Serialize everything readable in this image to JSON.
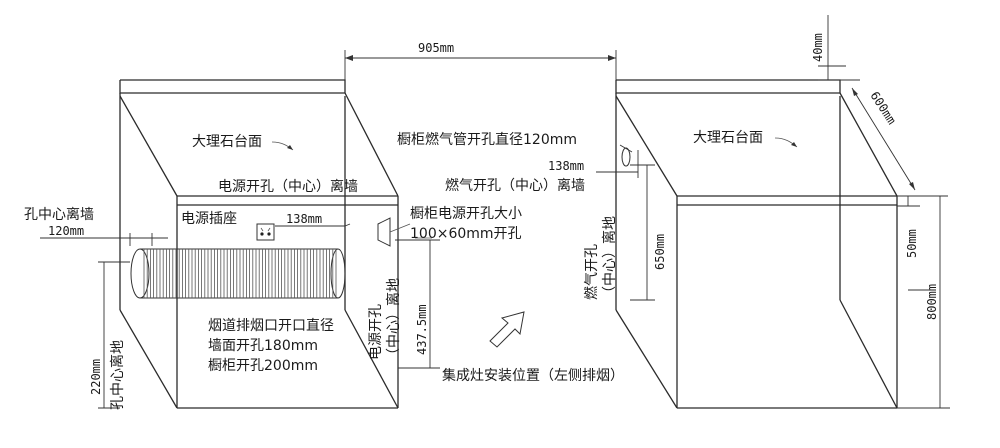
{
  "dimensions": {
    "width_between_cabinets": "905mm",
    "top_gap": "40mm",
    "depth": "600mm",
    "worktop_thickness": "50mm",
    "cabinet_height": "800mm",
    "gas_hole_height": "650mm",
    "power_hole_height": "437.5mm",
    "flue_hole_height": "220mm",
    "flue_hole_offset": "120mm",
    "power_hole_offset": "138mm",
    "gas_hole_offset": "138mm"
  },
  "labels": {
    "marble_left": "大理石台面",
    "marble_right": "大理石台面",
    "power_hole_from_wall": "电源开孔（中心）离墙",
    "hole_center_from_wall": "孔中心离墙",
    "power_socket": "电源插座",
    "cabinet_power_hole_size_line1": "橱柜电源开孔大小",
    "cabinet_power_hole_size_line2": "100×60mm开孔",
    "cabinet_gas_pipe_hole": "橱柜燃气管开孔直径120mm",
    "gas_hole_from_wall": "燃气开孔（中心）离墙",
    "gas_hole_from_floor_1": "燃气开孔",
    "gas_hole_from_floor_2": "（中心）离地",
    "power_hole_from_floor_1": "电源开孔",
    "power_hole_from_floor_2": "（中心）离地",
    "flue_line1": "烟道排烟口开口直径",
    "flue_line2": "墙面开孔180mm",
    "flue_line3": "橱柜开孔200mm",
    "hole_center_from_floor": "孔中心离地",
    "install_position": "集成灶安装位置（左侧排烟）"
  }
}
